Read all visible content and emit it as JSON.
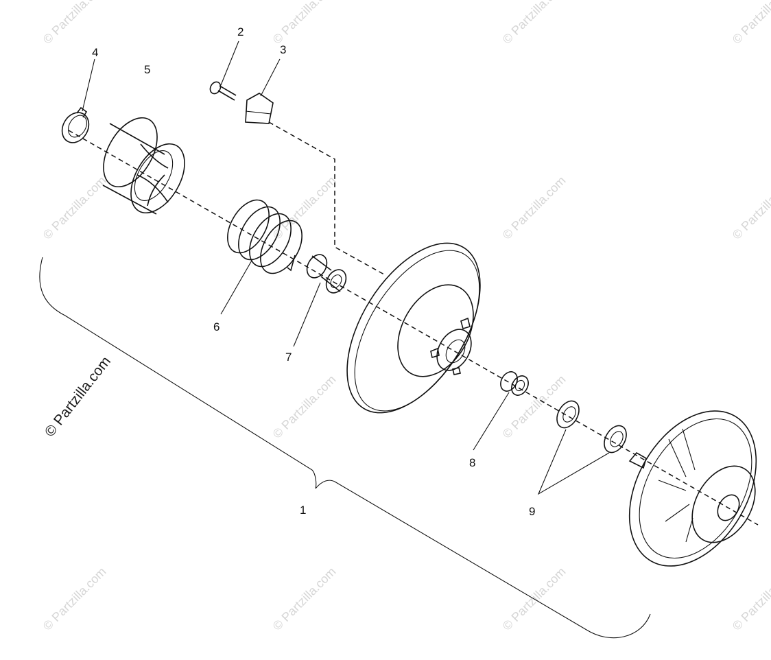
{
  "callouts": [
    {
      "id": "c1",
      "label": "1"
    },
    {
      "id": "c2",
      "label": "2"
    },
    {
      "id": "c3",
      "label": "3"
    },
    {
      "id": "c4",
      "label": "4"
    },
    {
      "id": "c5",
      "label": "5"
    },
    {
      "id": "c6",
      "label": "6"
    },
    {
      "id": "c7",
      "label": "7"
    },
    {
      "id": "c8",
      "label": "8"
    },
    {
      "id": "c9",
      "label": "9"
    }
  ],
  "watermark": {
    "text": "© Partzilla.com"
  },
  "copyright": {
    "text": "© Partzilla.com"
  }
}
